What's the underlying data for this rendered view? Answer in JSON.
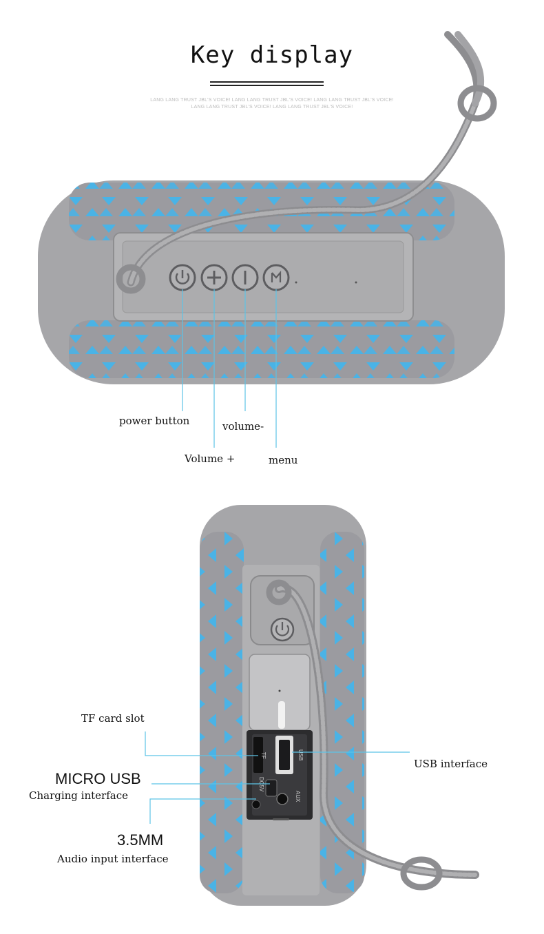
{
  "header": {
    "title": "Key display",
    "subtitle_line1": "LANG LANG TRUST JBL'S VOICE! LANG LANG TRUST JBL'S VOICE! LANG LANG TRUST JBL'S VOICE!",
    "subtitle_line2": "LANG LANG TRUST JBL'S VOICE! LANG LANG TRUST JBL'S VOICE!"
  },
  "top_view": {
    "callouts": {
      "power": "power button",
      "volume_down": "volume-",
      "volume_up": "Volume +",
      "menu": "menu"
    }
  },
  "side_view": {
    "callouts": {
      "tf": "TF card slot",
      "micro_usb": "MICRO USB",
      "charging": "Charging interface",
      "jack": "3.5MM",
      "audio_input": "Audio input interface",
      "usb": "USB interface"
    },
    "port_marks": {
      "tf": "TF",
      "usb": "USB",
      "dc5v": "DC5V",
      "aux": "AUX"
    }
  },
  "colors": {
    "body": "#a9a9ab",
    "fabric_blue": "#4ab3e6",
    "fabric_grey": "#9b9ba0",
    "callout_line": "#5cc3e6"
  }
}
